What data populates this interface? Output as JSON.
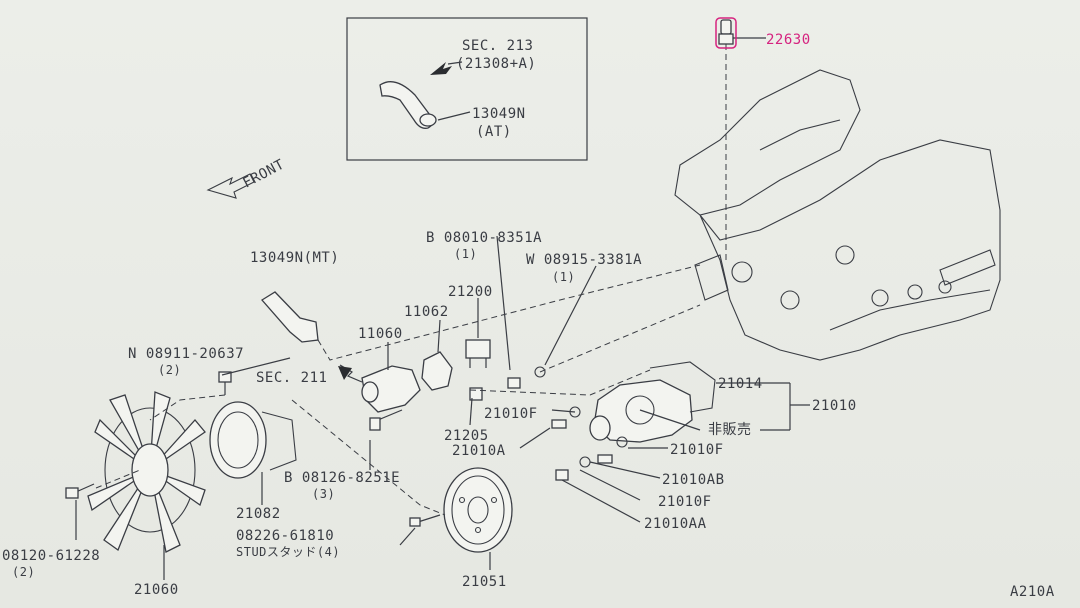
{
  "labels": {
    "front": "FRONT",
    "sec213": "SEC. 213",
    "sec213_ref": "(21308+A)",
    "p13049n_at": "13049N",
    "at": "(AT)",
    "p22630": "22630",
    "p13049n_mt": "13049N(MT)",
    "b_08010": "B 08010-8351A",
    "b_08010_qty": "(1)",
    "w_08915": "W 08915-3381A",
    "w_08915_qty": "(1)",
    "p21200": "21200",
    "p11062": "11062",
    "p11060": "11060",
    "n_08911": "N 08911-20637",
    "n_08911_qty": "(2)",
    "sec211": "SEC. 211",
    "p21014": "21014",
    "p21010": "21010",
    "p21010f_a": "21010F",
    "hihanbai": "非販売",
    "p21010f_b": "21010F",
    "p21205": "21205",
    "p21010a": "21010A",
    "p21010ab": "21010AB",
    "p21010f_c": "21010F",
    "p21010aa": "21010AA",
    "b_08126": "B 08126-8251E",
    "b_08126_qty": "(3)",
    "p21082": "21082",
    "stud_num": "08226-61810",
    "stud_txt": "STUDスタッド(4)",
    "b_08120": "08120-61228",
    "b_08120_qty": "(2)",
    "p21060": "21060",
    "p21051": "21051",
    "fig_id": "A210A"
  },
  "colors": {
    "ink": "#3a3d44",
    "highlight": "#d6237f",
    "paper": "#e9ebe6"
  }
}
